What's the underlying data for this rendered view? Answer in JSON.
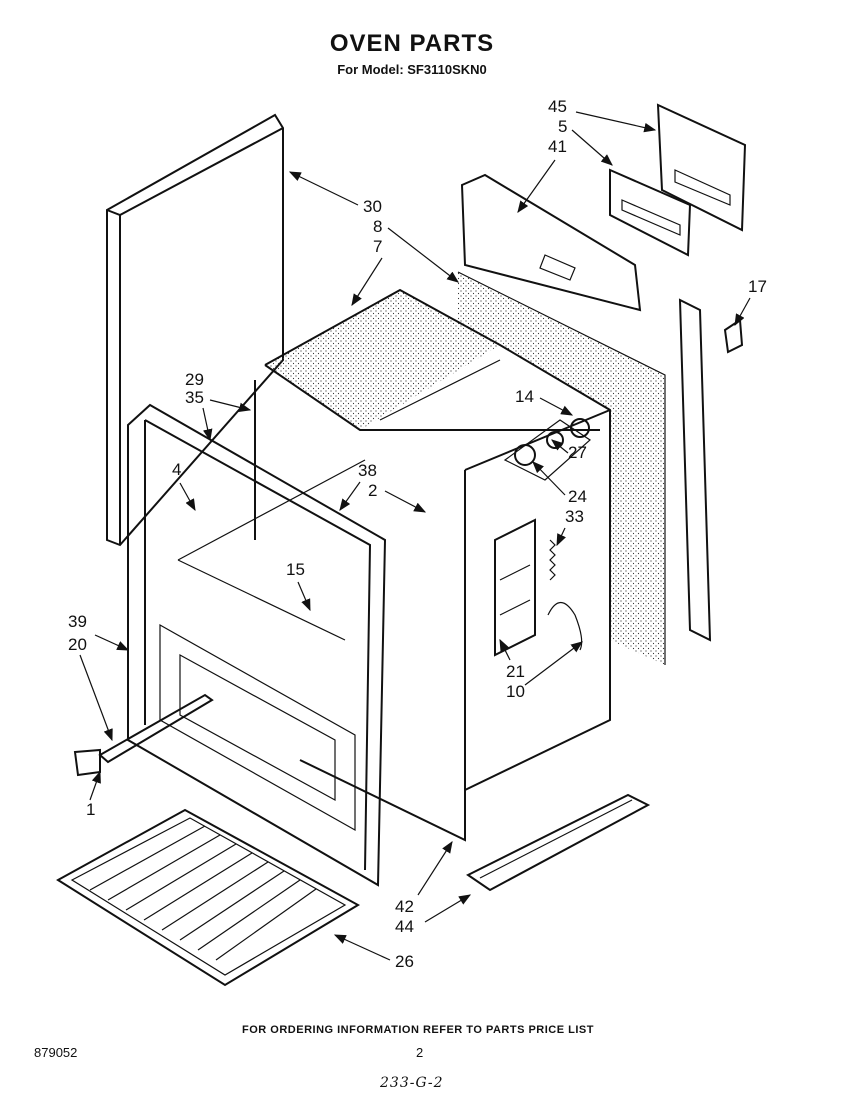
{
  "header": {
    "title": "OVEN PARTS",
    "subtitle": "For Model: SF3110SKN0"
  },
  "callouts": {
    "c45": "45",
    "c5": "5",
    "c41": "41",
    "c30": "30",
    "c8": "8",
    "c7": "7",
    "c17": "17",
    "c29": "29",
    "c35": "35",
    "c14": "14",
    "c27": "27",
    "c24": "24",
    "c38": "38",
    "c2": "2",
    "c33": "33",
    "c4": "4",
    "c15": "15",
    "c39": "39",
    "c20": "20",
    "c21": "21",
    "c10": "10",
    "c1": "1",
    "c42": "42",
    "c44": "44",
    "c26": "26"
  },
  "footer": {
    "ordering_note": "FOR ORDERING INFORMATION REFER TO PARTS PRICE LIST",
    "doc_number": "879052",
    "page_number": "2",
    "handwritten_code": "233-G-2"
  }
}
